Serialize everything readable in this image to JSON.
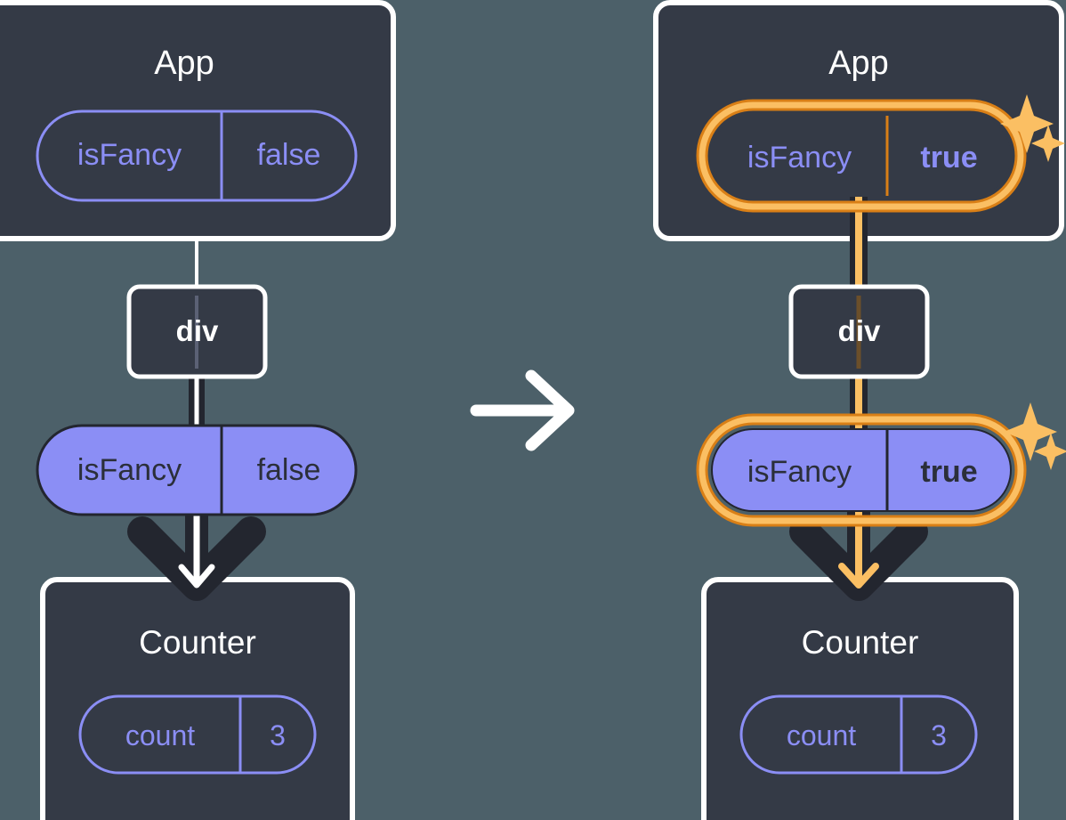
{
  "title": "React state update propagation diagram",
  "colors": {
    "background": "#4c6069",
    "panel": "#343a46",
    "panel_border": "#ffffff",
    "pill_outline_stroke": "#8b8ef5",
    "pill_outline_text": "#8b8ef5",
    "pill_filled_bg": "#8b8ef5",
    "pill_filled_text": "#2b2f3a",
    "pill_filled_border": "#23262f",
    "highlight_outer": "#d97f16",
    "highlight_inner": "#fbbf63",
    "sparkle": "#fbbf63",
    "arrow_dark": "#23262f",
    "arrow_white": "#ffffff",
    "arrow_amber": "#fbbf63",
    "line_white": "#ffffff",
    "label_text": "#ffffff"
  },
  "transition": {
    "icon": "arrow-right-icon",
    "glyph": "→"
  },
  "panels": [
    {
      "id": "before",
      "app": {
        "label": "App",
        "state_pill": {
          "name": "isFancy",
          "value": "false",
          "style": "outline",
          "highlighted": false,
          "bold_value": false
        }
      },
      "div": {
        "label": "div"
      },
      "prop_pill": {
        "name": "isFancy",
        "value": "false",
        "style": "filled",
        "highlighted": false,
        "bold_value": false
      },
      "counter": {
        "label": "Counter",
        "state_pill": {
          "name": "count",
          "value": "3",
          "style": "outline",
          "highlighted": false,
          "bold_value": false
        }
      },
      "sparkles": []
    },
    {
      "id": "after",
      "app": {
        "label": "App",
        "state_pill": {
          "name": "isFancy",
          "value": "true",
          "style": "outline",
          "highlighted": true,
          "bold_value": true
        }
      },
      "div": {
        "label": "div"
      },
      "prop_pill": {
        "name": "isFancy",
        "value": "true",
        "style": "filled",
        "highlighted": true,
        "bold_value": true
      },
      "counter": {
        "label": "Counter",
        "state_pill": {
          "name": "count",
          "value": "3",
          "style": "outline",
          "highlighted": false,
          "bold_value": false
        }
      },
      "sparkles": [
        "sparkle-icon",
        "sparkle-icon"
      ]
    }
  ]
}
